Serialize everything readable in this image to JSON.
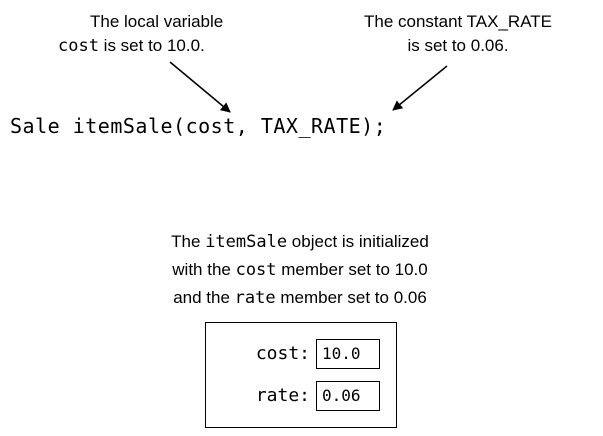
{
  "annotations": {
    "cost_note": {
      "line1": "The local variable",
      "code": "cost",
      "rest": " is set to 10.0."
    },
    "rate_note": {
      "line1": "The constant TAX_RATE",
      "line2": "is set to 0.06."
    }
  },
  "code_statement": "Sale itemSale(cost, TAX_RATE);",
  "description": {
    "line1_pre": "The ",
    "line1_code": "itemSale",
    "line1_post": " object is initialized",
    "line2_pre": "with the ",
    "line2_code": "cost",
    "line2_post": " member set to 10.0",
    "line3_pre": "and the ",
    "line3_code": "rate",
    "line3_post": " member set to 0.06"
  },
  "object": {
    "fields": [
      {
        "label": "cost:",
        "value": "10.0"
      },
      {
        "label": "rate:",
        "value": "0.06"
      }
    ]
  }
}
